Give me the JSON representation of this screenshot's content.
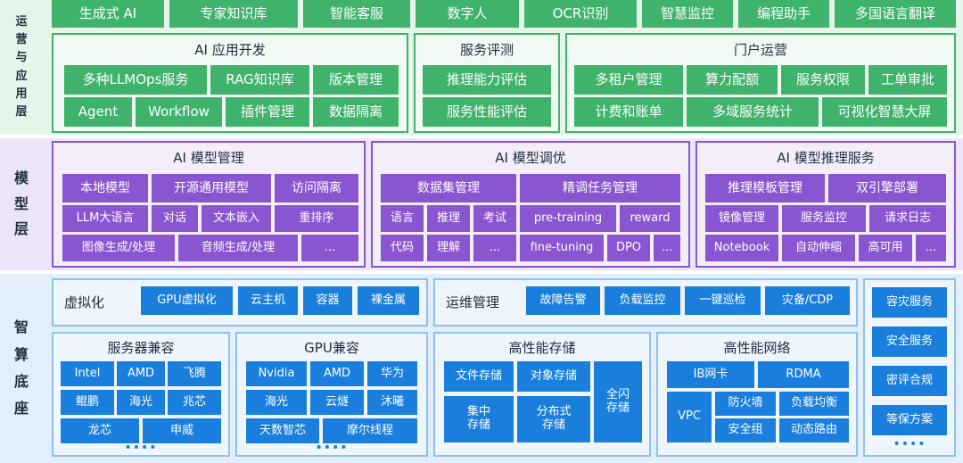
{
  "sidebar": {
    "ops_layer": [
      "运",
      "营",
      "与",
      "应",
      "用",
      "层"
    ],
    "model_layer": [
      "模",
      "型",
      "层"
    ],
    "compute_base": [
      "智",
      "算",
      "底",
      "座"
    ]
  },
  "top_tabs": [
    "生成式 AI",
    "专家知识库",
    "智能客服",
    "数字人",
    "OCR识别",
    "智慧监控",
    "编程助手",
    "多国语言翻译"
  ],
  "ai_app_dev": {
    "title": "AI 应用开发",
    "row1": [
      "多种LLMOps服务",
      "RAG知识库",
      "版本管理"
    ],
    "row2": [
      "Agent",
      "Workflow",
      "插件管理",
      "数据隔离"
    ]
  },
  "service_eval": {
    "title": "服务评测",
    "items": [
      "推理能力评估",
      "服务性能评估"
    ]
  },
  "portal_ops": {
    "title": "门户运营",
    "row1": [
      "多租户管理",
      "算力配额",
      "服务权限",
      "工单审批"
    ],
    "row2": [
      "计费和账单",
      "多域服务统计",
      "可视化智慧大屏"
    ]
  },
  "model_mgmt": {
    "title": "AI 模型管理",
    "row1": [
      "本地模型",
      "开源通用模型",
      "访问隔离"
    ],
    "row2": [
      "LLM大语言",
      "对话",
      "文本嵌入",
      "重排序"
    ],
    "row3": [
      "图像生成/处理",
      "音频生成/处理",
      "..."
    ]
  },
  "model_tune": {
    "title": "AI 模型调优",
    "row1": [
      "数据集管理",
      "精调任务管理"
    ],
    "row2": [
      "语言",
      "推理",
      "考试",
      "pre-training",
      "reward"
    ],
    "row3": [
      "代码",
      "理解",
      "...",
      "fine-tuning",
      "DPO",
      "..."
    ]
  },
  "model_infer": {
    "title": "AI 模型推理服务",
    "row1": [
      "推理模板管理",
      "双引擎部署"
    ],
    "row2": [
      "镜像管理",
      "服务监控",
      "请求日志"
    ],
    "row3": [
      "Notebook",
      "自动伸缩",
      "高可用",
      "..."
    ]
  },
  "virtualization": {
    "title": "虚拟化",
    "items": [
      "GPU虚拟化",
      "云主机",
      "容器",
      "裸金属"
    ]
  },
  "ops_mgmt": {
    "title": "运维管理",
    "items": [
      "故障告警",
      "负载监控",
      "一键巡检",
      "灾备/CDP"
    ]
  },
  "right_services": {
    "items": [
      "容灾服务",
      "安全服务",
      "密评合规",
      "等保方案"
    ],
    "dots": "••••"
  },
  "server_compat": {
    "title": "服务器兼容",
    "row1": [
      "Intel",
      "AMD",
      "飞腾"
    ],
    "row2": [
      "鲲鹏",
      "海光",
      "兆芯"
    ],
    "row3": [
      "龙芯",
      "申威"
    ],
    "dots": "••••"
  },
  "gpu_compat": {
    "title": "GPU兼容",
    "row1": [
      "Nvidia",
      "AMD",
      "华为"
    ],
    "row2": [
      "海光",
      "云燧",
      "沐曦"
    ],
    "row3": [
      "天数智芯",
      "摩尔线程"
    ],
    "dots": "••••"
  },
  "hp_storage": {
    "title": "高性能存储",
    "items": [
      "文件存储",
      "对象存储",
      "集中\n存储",
      "分布式\n存储",
      "全闪\n存储"
    ]
  },
  "hp_network": {
    "title": "高性能网络",
    "items": [
      "IB网卡",
      "RDMA",
      "VPC",
      "防火墙",
      "负载均衡",
      "安全组",
      "动态路由"
    ]
  },
  "colors": {
    "green": "#3fb36b",
    "purple": "#8a55d0",
    "blue": "#1a7fdc"
  }
}
